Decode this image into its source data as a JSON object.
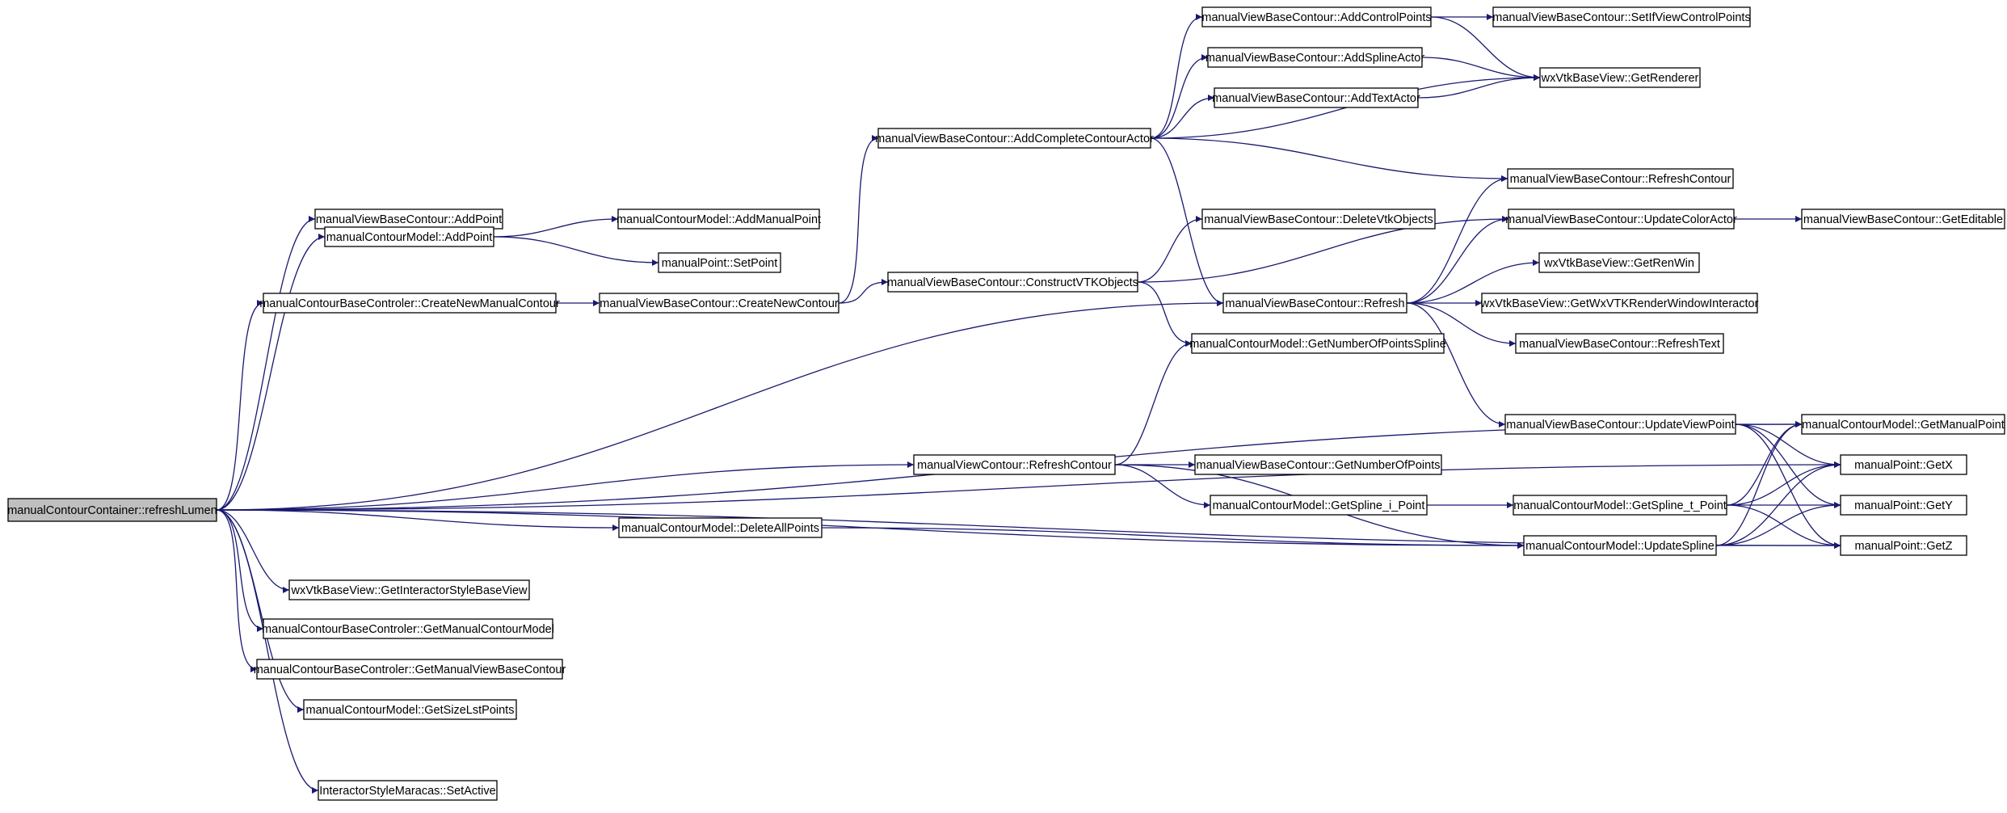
{
  "colors": {
    "edge": "#191970",
    "node_border": "#000000",
    "node_fill": "#ffffff",
    "root_fill": "#bfbfbf"
  },
  "nodes": [
    {
      "id": "n0",
      "label": "manualContourContainer::refreshLumen",
      "root": true
    },
    {
      "id": "n1",
      "label": "manualViewBaseContour::AddPoint"
    },
    {
      "id": "n2",
      "label": "manualContourModel::AddPoint"
    },
    {
      "id": "n3",
      "label": "manualContourModel::AddManualPoint"
    },
    {
      "id": "n4",
      "label": "manualPoint::SetPoint"
    },
    {
      "id": "n5",
      "label": "manualContourBaseControler::CreateNewManualContour"
    },
    {
      "id": "n6",
      "label": "manualViewBaseContour::CreateNewContour"
    },
    {
      "id": "n7",
      "label": "manualViewBaseContour::AddCompleteContourActor"
    },
    {
      "id": "n8",
      "label": "manualViewBaseContour::AddControlPoints"
    },
    {
      "id": "n9",
      "label": "manualViewBaseContour::SetIfViewControlPoints"
    },
    {
      "id": "n10",
      "label": "manualViewBaseContour::AddSplineActor"
    },
    {
      "id": "n11",
      "label": "wxVtkBaseView::GetRenderer"
    },
    {
      "id": "n12",
      "label": "manualViewBaseContour::AddTextActor"
    },
    {
      "id": "n13",
      "label": "manualViewBaseContour::RefreshContour"
    },
    {
      "id": "n14",
      "label": "manualViewBaseContour::DeleteVtkObjects"
    },
    {
      "id": "n15",
      "label": "manualViewBaseContour::UpdateColorActor"
    },
    {
      "id": "n16",
      "label": "manualViewBaseContour::GetEditable"
    },
    {
      "id": "n17",
      "label": "manualViewBaseContour::ConstructVTKObjects"
    },
    {
      "id": "n18",
      "label": "wxVtkBaseView::GetRenWin"
    },
    {
      "id": "n19",
      "label": "manualViewBaseContour::Refresh"
    },
    {
      "id": "n20",
      "label": "wxVtkBaseView::GetWxVTKRenderWindowInteractor"
    },
    {
      "id": "n21",
      "label": "manualContourModel::GetNumberOfPointsSpline"
    },
    {
      "id": "n22",
      "label": "manualViewBaseContour::RefreshText"
    },
    {
      "id": "n23",
      "label": "manualViewBaseContour::UpdateViewPoint"
    },
    {
      "id": "n24",
      "label": "manualContourModel::GetManualPoint"
    },
    {
      "id": "n25",
      "label": "manualViewContour::RefreshContour"
    },
    {
      "id": "n26",
      "label": "manualViewBaseContour::GetNumberOfPoints"
    },
    {
      "id": "n27",
      "label": "manualPoint::GetX"
    },
    {
      "id": "n28",
      "label": "manualContourModel::GetSpline_i_Point"
    },
    {
      "id": "n29",
      "label": "manualContourModel::GetSpline_t_Point"
    },
    {
      "id": "n30",
      "label": "manualPoint::GetY"
    },
    {
      "id": "n31",
      "label": "manualContourModel::DeleteAllPoints"
    },
    {
      "id": "n32",
      "label": "manualContourModel::UpdateSpline"
    },
    {
      "id": "n33",
      "label": "manualPoint::GetZ"
    },
    {
      "id": "n34",
      "label": "wxVtkBaseView::GetInteractorStyleBaseView"
    },
    {
      "id": "n35",
      "label": "manualContourBaseControler::GetManualContourModel"
    },
    {
      "id": "n36",
      "label": "manualContourBaseControler::GetManualViewBaseContour"
    },
    {
      "id": "n37",
      "label": "manualContourModel::GetSizeLstPoints"
    },
    {
      "id": "n38",
      "label": "InteractorStyleMaracas::SetActive"
    }
  ],
  "edges": [
    [
      "n0",
      "n1"
    ],
    [
      "n0",
      "n2"
    ],
    [
      "n0",
      "n5"
    ],
    [
      "n0",
      "n19"
    ],
    [
      "n0",
      "n24"
    ],
    [
      "n0",
      "n27"
    ],
    [
      "n0",
      "n25"
    ],
    [
      "n0",
      "n31"
    ],
    [
      "n0",
      "n32"
    ],
    [
      "n0",
      "n33"
    ],
    [
      "n0",
      "n34"
    ],
    [
      "n0",
      "n35"
    ],
    [
      "n0",
      "n36"
    ],
    [
      "n0",
      "n37"
    ],
    [
      "n0",
      "n38"
    ],
    [
      "n2",
      "n3"
    ],
    [
      "n2",
      "n4"
    ],
    [
      "n5",
      "n6"
    ],
    [
      "n6",
      "n7"
    ],
    [
      "n6",
      "n17"
    ],
    [
      "n7",
      "n8"
    ],
    [
      "n7",
      "n10"
    ],
    [
      "n7",
      "n12"
    ],
    [
      "n7",
      "n11"
    ],
    [
      "n7",
      "n13"
    ],
    [
      "n7",
      "n19"
    ],
    [
      "n8",
      "n9"
    ],
    [
      "n8",
      "n11"
    ],
    [
      "n10",
      "n11"
    ],
    [
      "n12",
      "n11"
    ],
    [
      "n17",
      "n14"
    ],
    [
      "n17",
      "n15"
    ],
    [
      "n17",
      "n21"
    ],
    [
      "n15",
      "n16"
    ],
    [
      "n19",
      "n13"
    ],
    [
      "n19",
      "n15"
    ],
    [
      "n19",
      "n18"
    ],
    [
      "n19",
      "n20"
    ],
    [
      "n19",
      "n22"
    ],
    [
      "n19",
      "n23"
    ],
    [
      "n23",
      "n24"
    ],
    [
      "n23",
      "n27"
    ],
    [
      "n23",
      "n30"
    ],
    [
      "n23",
      "n33"
    ],
    [
      "n25",
      "n21"
    ],
    [
      "n25",
      "n26"
    ],
    [
      "n25",
      "n28"
    ],
    [
      "n25",
      "n32"
    ],
    [
      "n28",
      "n29"
    ],
    [
      "n29",
      "n24"
    ],
    [
      "n29",
      "n27"
    ],
    [
      "n29",
      "n30"
    ],
    [
      "n29",
      "n33"
    ],
    [
      "n31",
      "n32"
    ],
    [
      "n32",
      "n24"
    ],
    [
      "n32",
      "n27"
    ],
    [
      "n32",
      "n30"
    ],
    [
      "n32",
      "n33"
    ]
  ]
}
